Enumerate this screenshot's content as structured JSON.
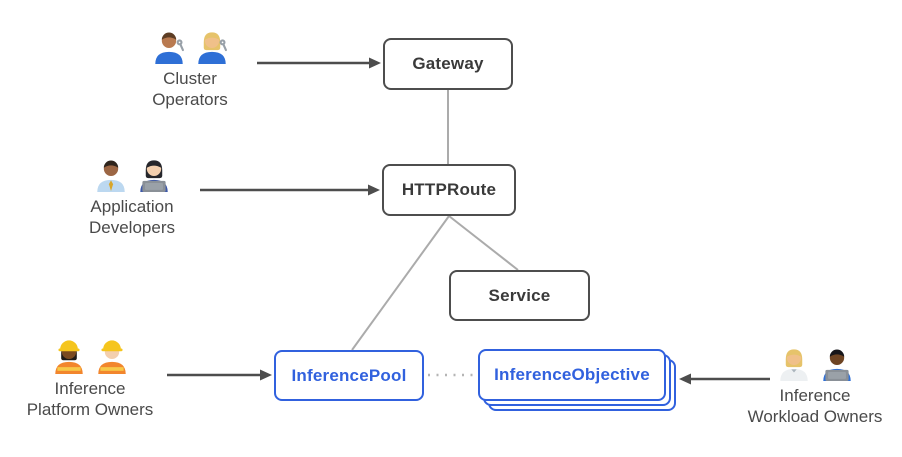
{
  "canvas": {
    "background": "#FFFFFF"
  },
  "colors": {
    "accent_blue": "#3161DE",
    "node_border_dark": "#4D4D4D",
    "node_text_dark": "#3A3A3A",
    "connector_gray": "#ABABAB",
    "arrow_dark": "#4D4D4D",
    "actor_label_text": "#4A4A4A"
  },
  "actors": [
    {
      "id": "cluster-operators",
      "label_line1": "Cluster",
      "label_line2": "Operators",
      "icons": [
        "man-mechanic",
        "woman-mechanic"
      ]
    },
    {
      "id": "application-developers",
      "label_line1": "Application",
      "label_line2": "Developers",
      "icons": [
        "man-office-worker",
        "woman-technologist"
      ]
    },
    {
      "id": "inference-platform-owners",
      "label_line1": "Inference",
      "label_line2": "Platform Owners",
      "icons": [
        "woman-construction-worker",
        "man-construction-worker"
      ]
    },
    {
      "id": "inference-workload-owners",
      "label_line1": "Inference",
      "label_line2": "Workload Owners",
      "icons": [
        "health-worker",
        "man-technologist"
      ]
    }
  ],
  "nodes": [
    {
      "id": "gateway",
      "label": "Gateway",
      "style": "dark"
    },
    {
      "id": "httproute",
      "label": "HTTPRoute",
      "style": "dark"
    },
    {
      "id": "service",
      "label": "Service",
      "style": "dark"
    },
    {
      "id": "inferencepool",
      "label": "InferencePool",
      "style": "blue"
    },
    {
      "id": "inferenceobjective",
      "label": "InferenceObjective",
      "style": "blue",
      "stacked": true
    }
  ],
  "connections": [
    {
      "from": "cluster-operators",
      "to": "gateway",
      "type": "arrow"
    },
    {
      "from": "application-developers",
      "to": "httproute",
      "type": "arrow"
    },
    {
      "from": "inference-platform-owners",
      "to": "inferencepool",
      "type": "arrow"
    },
    {
      "from": "inference-workload-owners",
      "to": "inferenceobjective",
      "type": "arrow"
    },
    {
      "from": "gateway",
      "to": "httproute",
      "type": "line"
    },
    {
      "from": "httproute",
      "to": "service",
      "type": "line"
    },
    {
      "from": "httproute",
      "to": "inferencepool",
      "type": "line"
    },
    {
      "from": "inferencepool",
      "to": "inferenceobjective",
      "type": "dotted"
    }
  ]
}
